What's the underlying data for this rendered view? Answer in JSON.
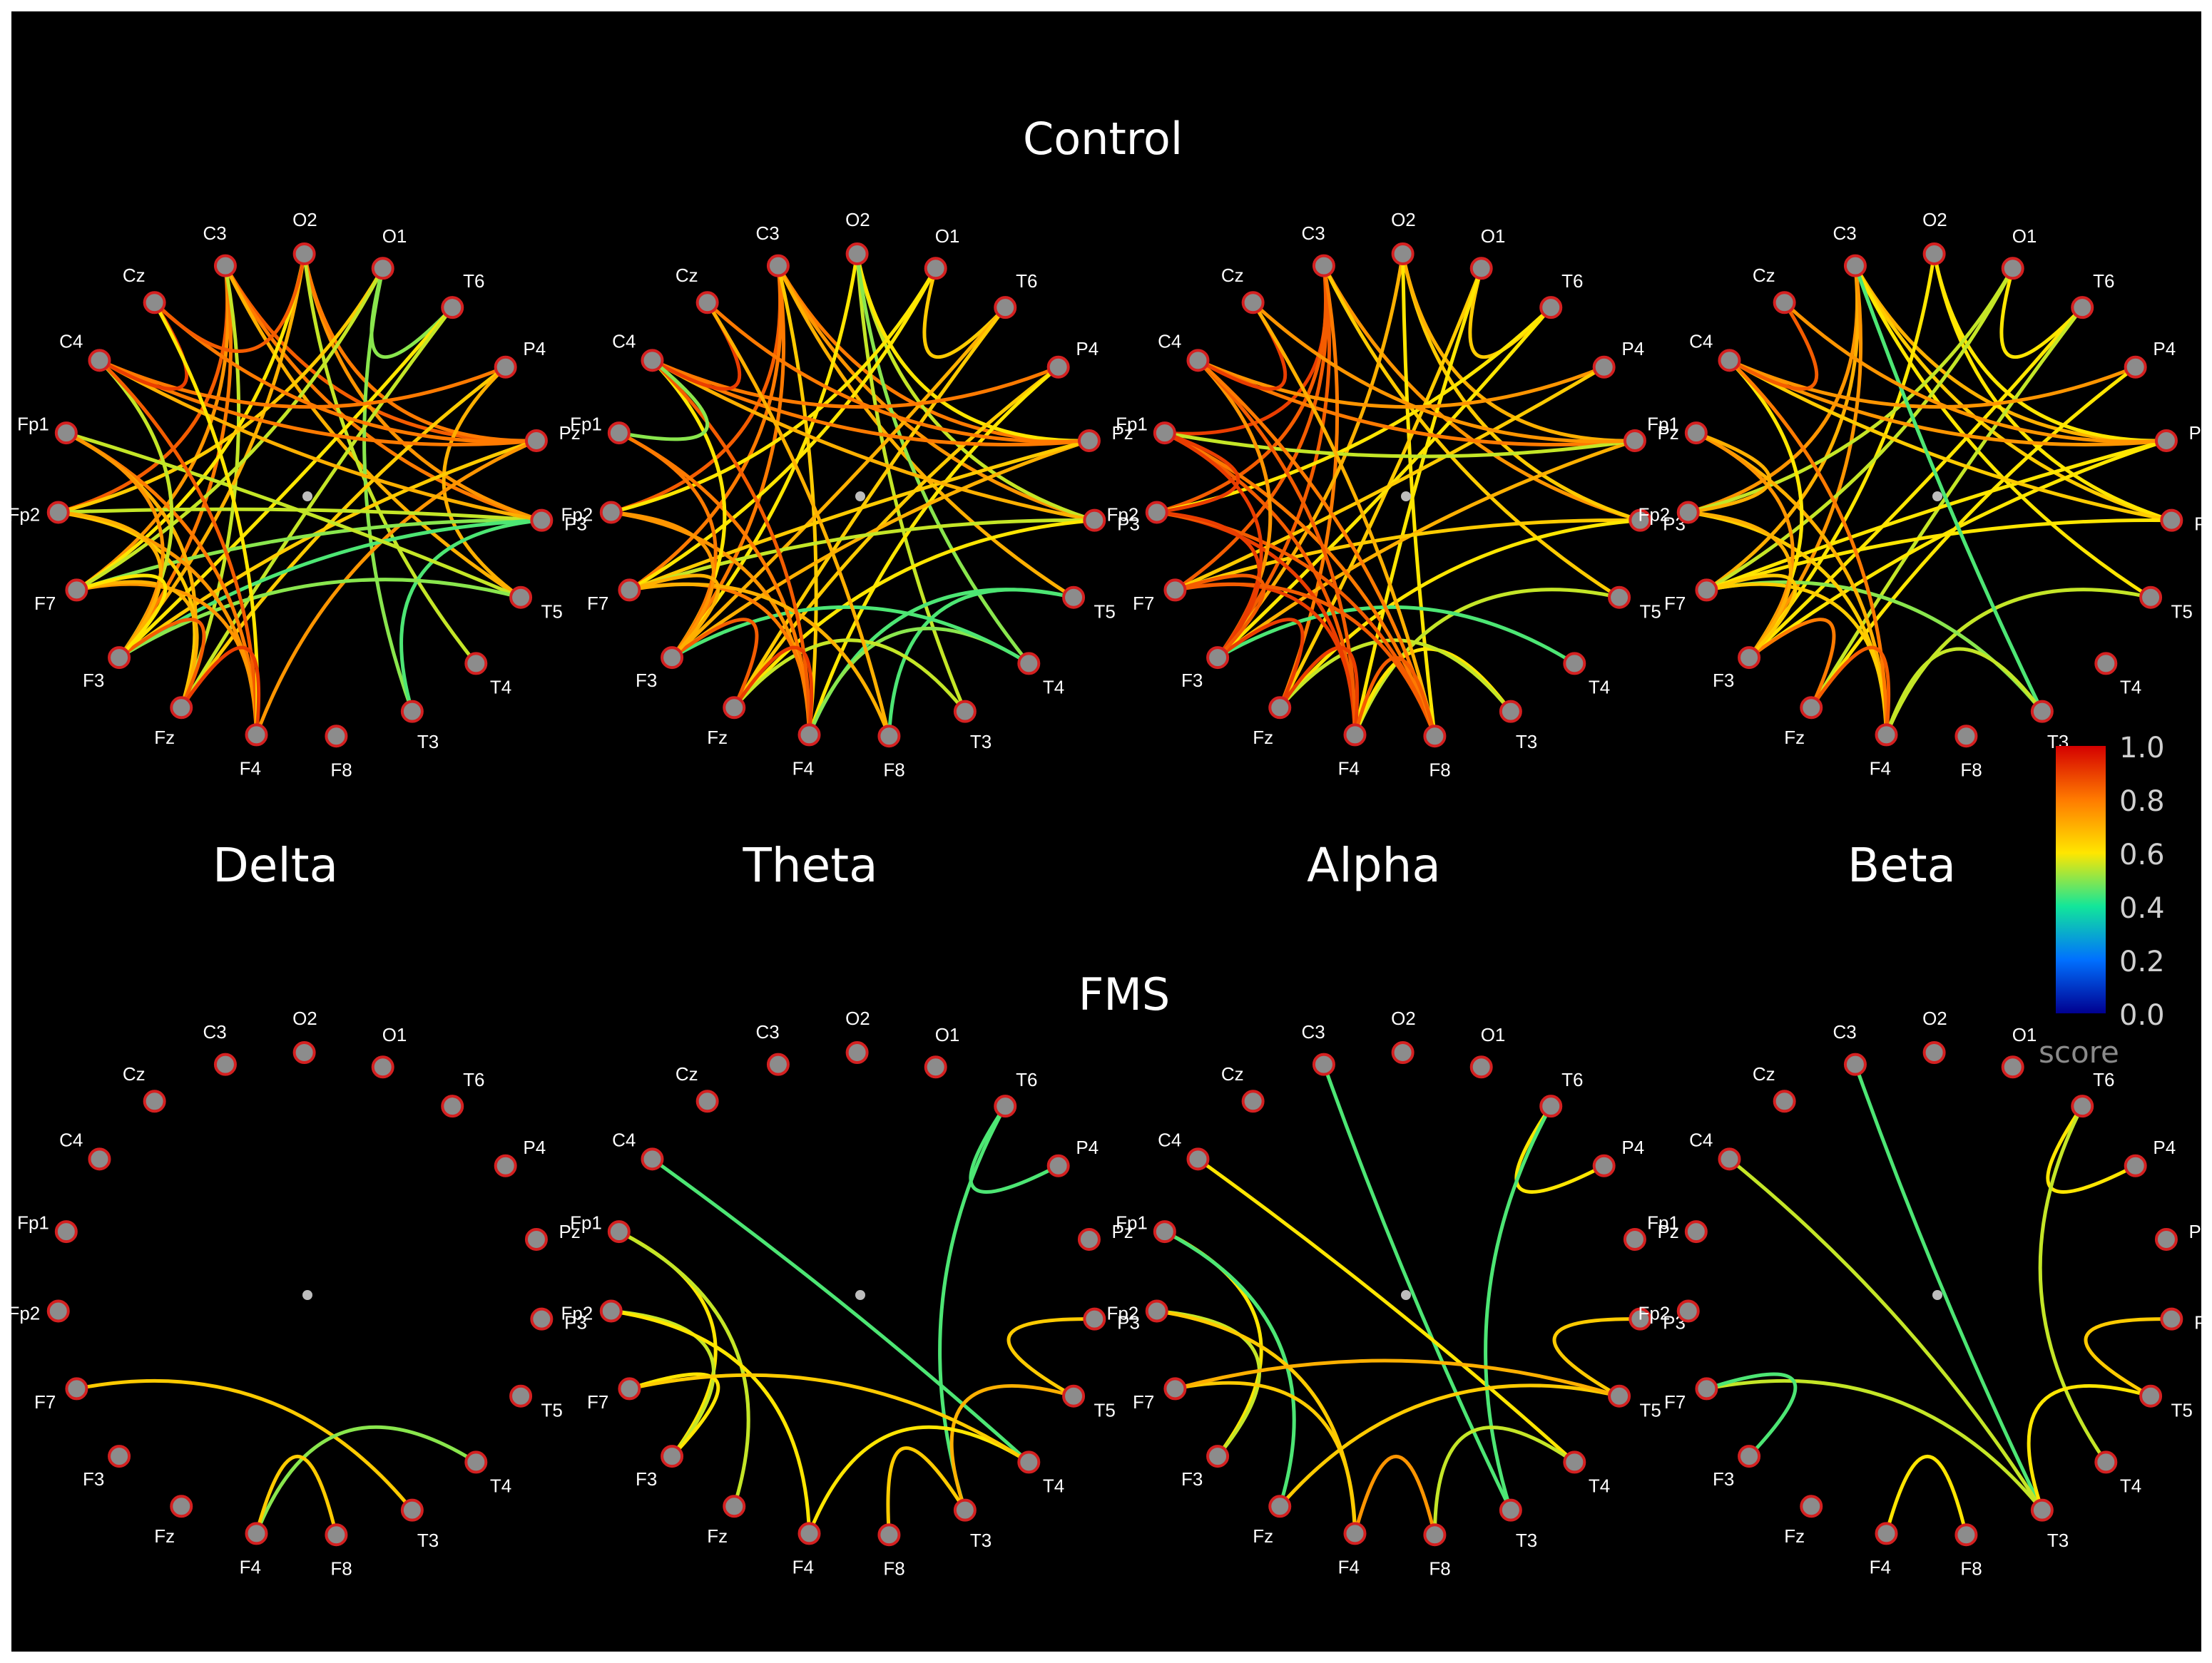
{
  "rows": [
    {
      "title": "Control"
    },
    {
      "title": "FMS"
    }
  ],
  "bands": [
    "Delta",
    "Theta",
    "Alpha",
    "Beta"
  ],
  "electrodes": [
    "C3",
    "O2",
    "O1",
    "T6",
    "P4",
    "Pz",
    "P3",
    "T5",
    "T4",
    "T3",
    "F8",
    "F4",
    "Fz",
    "F3",
    "F7",
    "Fp2",
    "Fp1",
    "C4",
    "Cz"
  ],
  "colorbar": {
    "ticks": [
      "1.0",
      "0.8",
      "0.6",
      "0.4",
      "0.2",
      "0.0"
    ],
    "title": "score",
    "colors": [
      "#d40000",
      "#ff7a00",
      "#ffe600",
      "#12e69a",
      "#0070ff",
      "#000090"
    ]
  },
  "colors": {
    "background": "#000000",
    "node_fill": "#8c8c8c",
    "node_stroke": "#d42020"
  },
  "chart_data": {
    "type": "network",
    "rows": [
      "Control",
      "FMS"
    ],
    "columns": [
      "Delta",
      "Theta",
      "Alpha",
      "Beta"
    ],
    "score_range": [
      0.0,
      1.0
    ],
    "panels": [
      {
        "row": "Control",
        "band": "Delta",
        "edges": [
          [
            "C3",
            "Fp2",
            0.85
          ],
          [
            "C3",
            "F7",
            0.75
          ],
          [
            "C3",
            "F3",
            0.8
          ],
          [
            "C3",
            "Pz",
            0.85
          ],
          [
            "C3",
            "P3",
            0.8
          ],
          [
            "C3",
            "T5",
            0.7
          ],
          [
            "C3",
            "Fz",
            0.55
          ],
          [
            "O2",
            "P3",
            0.75
          ],
          [
            "O2",
            "Pz",
            0.8
          ],
          [
            "O2",
            "F3",
            0.7
          ],
          [
            "O2",
            "T4",
            0.55
          ],
          [
            "O2",
            "F7",
            0.6
          ],
          [
            "O1",
            "Fp2",
            0.65
          ],
          [
            "O1",
            "F7",
            0.55
          ],
          [
            "O1",
            "T3",
            0.5
          ],
          [
            "O1",
            "T6",
            0.5
          ],
          [
            "T6",
            "F3",
            0.6
          ],
          [
            "T6",
            "Fz",
            0.55
          ],
          [
            "P4",
            "C4",
            0.8
          ],
          [
            "P4",
            "Fz",
            0.65
          ],
          [
            "P4",
            "T5",
            0.7
          ],
          [
            "Pz",
            "C4",
            0.8
          ],
          [
            "Pz",
            "F3",
            0.65
          ],
          [
            "Pz",
            "F4",
            0.75
          ],
          [
            "P3",
            "F7",
            0.5
          ],
          [
            "P3",
            "Fp2",
            0.55
          ],
          [
            "P3",
            "F3",
            0.45
          ],
          [
            "P3",
            "C4",
            0.7
          ],
          [
            "P3",
            "T3",
            0.45
          ],
          [
            "T5",
            "Fp1",
            0.55
          ],
          [
            "T5",
            "F3",
            0.5
          ],
          [
            "Fp1",
            "F4",
            0.8
          ],
          [
            "Fp1",
            "Fz",
            0.7
          ],
          [
            "Fp2",
            "F4",
            0.75
          ],
          [
            "Fp2",
            "Fz",
            0.65
          ],
          [
            "F7",
            "F4",
            0.75
          ],
          [
            "F7",
            "Fz",
            0.7
          ],
          [
            "C4",
            "F3",
            0.55
          ],
          [
            "C4",
            "F4",
            0.85
          ],
          [
            "Cz",
            "C4",
            0.9
          ],
          [
            "Cz",
            "Pz",
            0.8
          ],
          [
            "Cz",
            "O2",
            0.85
          ],
          [
            "Cz",
            "F4",
            0.6
          ],
          [
            "F3",
            "Fz",
            0.85
          ],
          [
            "Fz",
            "F4",
            0.9
          ],
          [
            "Fp1",
            "F3",
            0.75
          ],
          [
            "Fp2",
            "F3",
            0.7
          ],
          [
            "F7",
            "F3",
            0.6
          ]
        ]
      },
      {
        "row": "Control",
        "band": "Theta",
        "edges": [
          [
            "C3",
            "Fp2",
            0.85
          ],
          [
            "C3",
            "F7",
            0.8
          ],
          [
            "C3",
            "F3",
            0.8
          ],
          [
            "C3",
            "Pz",
            0.8
          ],
          [
            "C3",
            "P3",
            0.75
          ],
          [
            "C3",
            "T5",
            0.7
          ],
          [
            "C3",
            "F4",
            0.65
          ],
          [
            "O2",
            "P3",
            0.55
          ],
          [
            "O2",
            "Pz",
            0.6
          ],
          [
            "O2",
            "F3",
            0.6
          ],
          [
            "O2",
            "T3",
            0.55
          ],
          [
            "O2",
            "T4",
            0.5
          ],
          [
            "O1",
            "T6",
            0.65
          ],
          [
            "O1",
            "F7",
            0.6
          ],
          [
            "O1",
            "Fp2",
            0.6
          ],
          [
            "T6",
            "F3",
            0.7
          ],
          [
            "T6",
            "Fz",
            0.65
          ],
          [
            "P4",
            "C4",
            0.8
          ],
          [
            "P4",
            "Fz",
            0.65
          ],
          [
            "P4",
            "F4",
            0.6
          ],
          [
            "Pz",
            "C4",
            0.8
          ],
          [
            "Pz",
            "F3",
            0.7
          ],
          [
            "Pz",
            "F7",
            0.65
          ],
          [
            "P3",
            "C4",
            0.7
          ],
          [
            "P3",
            "F7",
            0.55
          ],
          [
            "P3",
            "Fz",
            0.6
          ],
          [
            "T5",
            "F4",
            0.45
          ],
          [
            "T5",
            "F8",
            0.45
          ],
          [
            "T4",
            "F4",
            0.5
          ],
          [
            "T4",
            "F3",
            0.45
          ],
          [
            "T3",
            "Fz",
            0.55
          ],
          [
            "Fp1",
            "F4",
            0.8
          ],
          [
            "Fp2",
            "F4",
            0.75
          ],
          [
            "F7",
            "F4",
            0.8
          ],
          [
            "F7",
            "F8",
            0.7
          ],
          [
            "C4",
            "F3",
            0.6
          ],
          [
            "C4",
            "F4",
            0.85
          ],
          [
            "Cz",
            "C4",
            0.9
          ],
          [
            "Cz",
            "F8",
            0.7
          ],
          [
            "Cz",
            "Pz",
            0.8
          ],
          [
            "F3",
            "Fz",
            0.85
          ],
          [
            "Fz",
            "F4",
            0.9
          ],
          [
            "Fp1",
            "F3",
            0.8
          ],
          [
            "Fp2",
            "F3",
            0.75
          ],
          [
            "F7",
            "F3",
            0.7
          ],
          [
            "Fp1",
            "C4",
            0.5
          ]
        ]
      },
      {
        "row": "Control",
        "band": "Alpha",
        "edges": [
          [
            "C3",
            "Fp1",
            0.9
          ],
          [
            "C3",
            "Fp2",
            0.85
          ],
          [
            "C3",
            "F7",
            0.85
          ],
          [
            "C3",
            "F3",
            0.85
          ],
          [
            "C3",
            "Fz",
            0.8
          ],
          [
            "C3",
            "P3",
            0.75
          ],
          [
            "C3",
            "T5",
            0.65
          ],
          [
            "O2",
            "P3",
            0.65
          ],
          [
            "O2",
            "Pz",
            0.7
          ],
          [
            "O2",
            "F3",
            0.7
          ],
          [
            "O2",
            "F8",
            0.6
          ],
          [
            "O1",
            "T6",
            0.65
          ],
          [
            "O1",
            "Fz",
            0.65
          ],
          [
            "O1",
            "F4",
            0.6
          ],
          [
            "T6",
            "Fp2",
            0.6
          ],
          [
            "T6",
            "F3",
            0.6
          ],
          [
            "P4",
            "C4",
            0.75
          ],
          [
            "P4",
            "F7",
            0.65
          ],
          [
            "Pz",
            "C4",
            0.8
          ],
          [
            "Pz",
            "F3",
            0.7
          ],
          [
            "Pz",
            "Fp1",
            0.55
          ],
          [
            "P3",
            "F7",
            0.65
          ],
          [
            "P3",
            "Fz",
            0.6
          ],
          [
            "T5",
            "F4",
            0.55
          ],
          [
            "T4",
            "F3",
            0.45
          ],
          [
            "T3",
            "F4",
            0.6
          ],
          [
            "T3",
            "Fz",
            0.55
          ],
          [
            "Fp1",
            "F4",
            0.85
          ],
          [
            "Fp1",
            "F8",
            0.8
          ],
          [
            "Fp2",
            "F4",
            0.9
          ],
          [
            "Fp2",
            "F8",
            0.85
          ],
          [
            "F7",
            "F4",
            0.9
          ],
          [
            "F7",
            "F8",
            0.85
          ],
          [
            "C4",
            "F3",
            0.75
          ],
          [
            "C4",
            "F4",
            0.85
          ],
          [
            "C4",
            "F8",
            0.8
          ],
          [
            "Cz",
            "C4",
            0.9
          ],
          [
            "Cz",
            "F8",
            0.7
          ],
          [
            "Cz",
            "Pz",
            0.75
          ],
          [
            "F3",
            "Fz",
            0.9
          ],
          [
            "Fz",
            "F4",
            0.9
          ],
          [
            "F4",
            "F8",
            0.85
          ],
          [
            "Fp1",
            "F3",
            0.9
          ],
          [
            "Fp2",
            "F3",
            0.9
          ],
          [
            "F7",
            "F3",
            0.85
          ],
          [
            "Fp1",
            "Fp2",
            0.9
          ]
        ]
      },
      {
        "row": "Control",
        "band": "Beta",
        "edges": [
          [
            "C3",
            "Fp2",
            0.75
          ],
          [
            "C3",
            "F7",
            0.7
          ],
          [
            "C3",
            "F3",
            0.75
          ],
          [
            "C3",
            "Pz",
            0.7
          ],
          [
            "C3",
            "P3",
            0.65
          ],
          [
            "C3",
            "T5",
            0.6
          ],
          [
            "C3",
            "T3",
            0.45
          ],
          [
            "O2",
            "P3",
            0.6
          ],
          [
            "O2",
            "Pz",
            0.6
          ],
          [
            "O2",
            "F3",
            0.6
          ],
          [
            "O1",
            "T6",
            0.6
          ],
          [
            "O1",
            "F7",
            0.55
          ],
          [
            "O1",
            "Fp2",
            0.55
          ],
          [
            "T6",
            "F3",
            0.6
          ],
          [
            "T6",
            "Fz",
            0.55
          ],
          [
            "P4",
            "C4",
            0.75
          ],
          [
            "P4",
            "Fz",
            0.6
          ],
          [
            "Pz",
            "C4",
            0.75
          ],
          [
            "Pz",
            "F3",
            0.6
          ],
          [
            "Pz",
            "F7",
            0.6
          ],
          [
            "P3",
            "C4",
            0.65
          ],
          [
            "P3",
            "F7",
            0.6
          ],
          [
            "T5",
            "F4",
            0.55
          ],
          [
            "T3",
            "C3",
            0.45
          ],
          [
            "T3",
            "F7",
            0.5
          ],
          [
            "T3",
            "F4",
            0.55
          ],
          [
            "Fp1",
            "F4",
            0.7
          ],
          [
            "Fp2",
            "F4",
            0.65
          ],
          [
            "F7",
            "F4",
            0.65
          ],
          [
            "C4",
            "F3",
            0.6
          ],
          [
            "C4",
            "F4",
            0.8
          ],
          [
            "Cz",
            "C4",
            0.85
          ],
          [
            "Cz",
            "Pz",
            0.75
          ],
          [
            "F3",
            "Fz",
            0.8
          ],
          [
            "Fz",
            "F4",
            0.85
          ],
          [
            "Fp1",
            "F3",
            0.75
          ],
          [
            "Fp2",
            "F3",
            0.7
          ],
          [
            "F7",
            "F3",
            0.65
          ],
          [
            "Fp1",
            "Fp2",
            0.7
          ]
        ]
      },
      {
        "row": "FMS",
        "band": "Delta",
        "edges": [
          [
            "F7",
            "T3",
            0.65
          ],
          [
            "F4",
            "T4",
            0.5
          ],
          [
            "F4",
            "F8",
            0.65
          ]
        ]
      },
      {
        "row": "FMS",
        "band": "Theta",
        "edges": [
          [
            "C4",
            "T4",
            0.45
          ],
          [
            "T6",
            "P4",
            0.45
          ],
          [
            "T6",
            "T3",
            0.45
          ],
          [
            "P3",
            "T5",
            0.65
          ],
          [
            "T5",
            "T3",
            0.7
          ],
          [
            "T4",
            "F4",
            0.6
          ],
          [
            "Fp1",
            "F3",
            0.6
          ],
          [
            "Fp1",
            "Fz",
            0.55
          ],
          [
            "Fp2",
            "F3",
            0.55
          ],
          [
            "Fp2",
            "F4",
            0.6
          ],
          [
            "F7",
            "F3",
            0.6
          ],
          [
            "F7",
            "T4",
            0.65
          ],
          [
            "F8",
            "T3",
            0.65
          ]
        ]
      },
      {
        "row": "FMS",
        "band": "Alpha",
        "edges": [
          [
            "C3",
            "T3",
            0.45
          ],
          [
            "C4",
            "T4",
            0.6
          ],
          [
            "T6",
            "P4",
            0.6
          ],
          [
            "T6",
            "T3",
            0.45
          ],
          [
            "P3",
            "T5",
            0.65
          ],
          [
            "T5",
            "Fz",
            0.65
          ],
          [
            "T4",
            "F8",
            0.55
          ],
          [
            "Fp1",
            "F3",
            0.6
          ],
          [
            "Fp1",
            "Fz",
            0.45
          ],
          [
            "Fp2",
            "F3",
            0.55
          ],
          [
            "Fp2",
            "F4",
            0.65
          ],
          [
            "F7",
            "F4",
            0.65
          ],
          [
            "F7",
            "T5",
            0.7
          ],
          [
            "F4",
            "F8",
            0.75
          ]
        ]
      },
      {
        "row": "FMS",
        "band": "Beta",
        "edges": [
          [
            "C3",
            "T3",
            0.45
          ],
          [
            "C4",
            "T3",
            0.55
          ],
          [
            "T6",
            "P4",
            0.6
          ],
          [
            "T6",
            "T4",
            0.55
          ],
          [
            "P3",
            "T5",
            0.65
          ],
          [
            "T5",
            "T3",
            0.6
          ],
          [
            "F7",
            "T3",
            0.55
          ],
          [
            "F7",
            "F3",
            0.45
          ],
          [
            "F4",
            "F8",
            0.6
          ]
        ]
      }
    ]
  }
}
